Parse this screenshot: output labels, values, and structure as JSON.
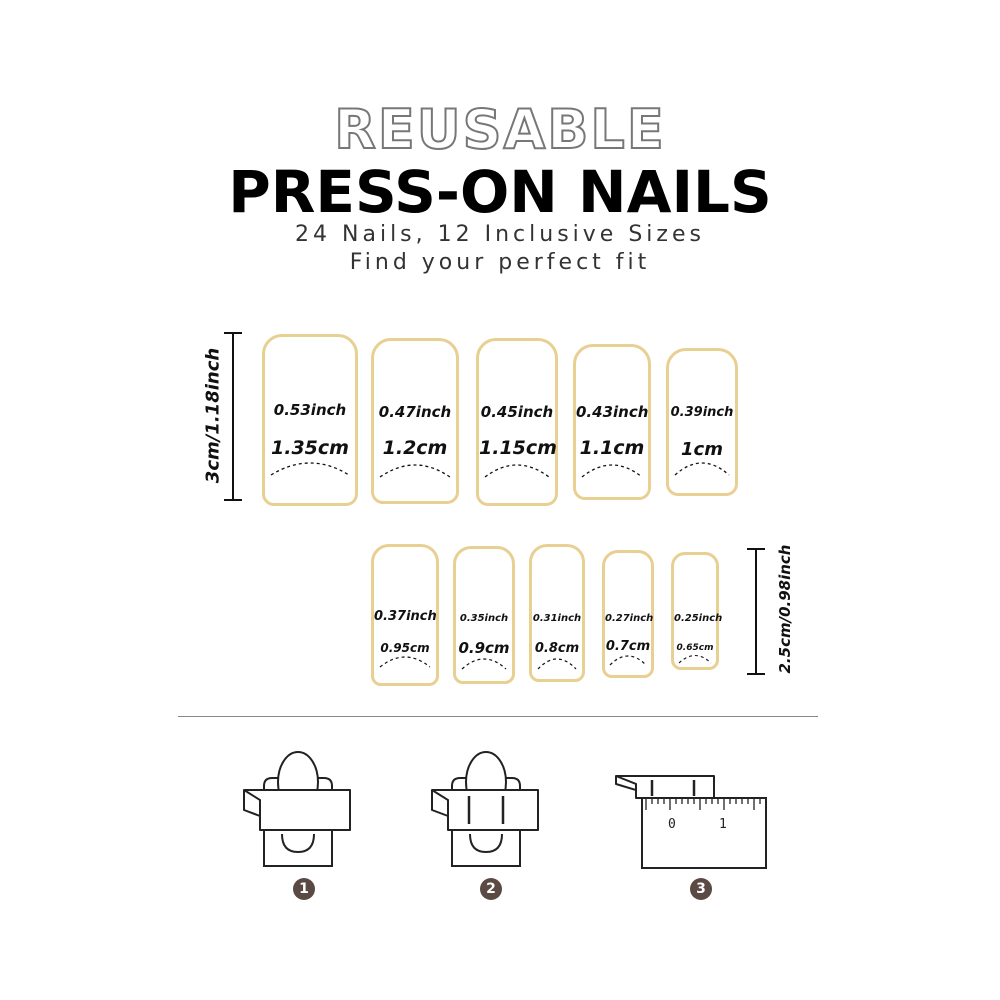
{
  "header": {
    "title_outline": "REUSABLE",
    "title_main": "PRESS-ON NAILS",
    "subtitle_line1": "24 Nails, 12 Inclusive Sizes",
    "subtitle_line2": "Find your perfect fit"
  },
  "colors": {
    "nail_border": "#e8cf92",
    "step_badge": "#5b4a43"
  },
  "dimensions": {
    "large_height": "3cm/1.18inch",
    "small_height": "2.5cm/0.98inch"
  },
  "nails_row1": [
    {
      "inch": "0.53inch",
      "cm": "1.35cm"
    },
    {
      "inch": "0.47inch",
      "cm": "1.2cm"
    },
    {
      "inch": "0.45inch",
      "cm": "1.15cm"
    },
    {
      "inch": "0.43inch",
      "cm": "1.1cm"
    },
    {
      "inch": "0.39inch",
      "cm": "1cm"
    }
  ],
  "nails_row2": [
    {
      "inch": "0.37inch",
      "cm": "0.95cm"
    },
    {
      "inch": "0.35inch",
      "cm": "0.9cm"
    },
    {
      "inch": "0.31inch",
      "cm": "0.8cm"
    },
    {
      "inch": "0.27inch",
      "cm": "0.7cm"
    },
    {
      "inch": "0.25inch",
      "cm": "0.65cm"
    }
  ],
  "steps": [
    {
      "number": "1",
      "icon": "tape-wrap-finger-icon"
    },
    {
      "number": "2",
      "icon": "tape-mark-edges-icon"
    },
    {
      "number": "3",
      "icon": "ruler-measure-icon"
    }
  ],
  "ruler": {
    "tick_0": "0",
    "tick_1": "1"
  }
}
